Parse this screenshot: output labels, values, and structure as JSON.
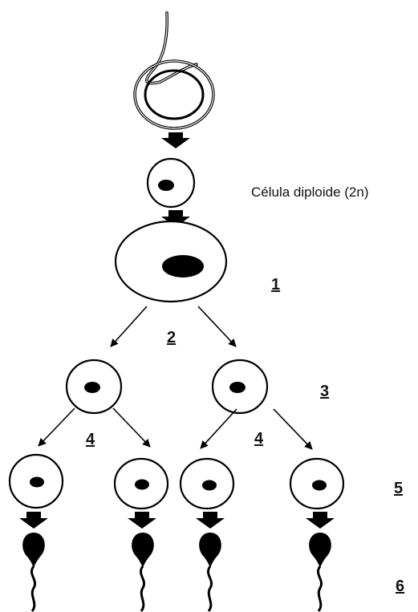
{
  "diagram": {
    "caption": "Célula diploide (2n)",
    "labels": {
      "step1": "1",
      "step2": "2",
      "step3": "3",
      "step4_left": "4",
      "step4_right": "4",
      "step5": "5",
      "step6": "6"
    },
    "colors": {
      "stroke": "#000000",
      "nucleus": "#000000",
      "background": "#ffffff"
    }
  }
}
